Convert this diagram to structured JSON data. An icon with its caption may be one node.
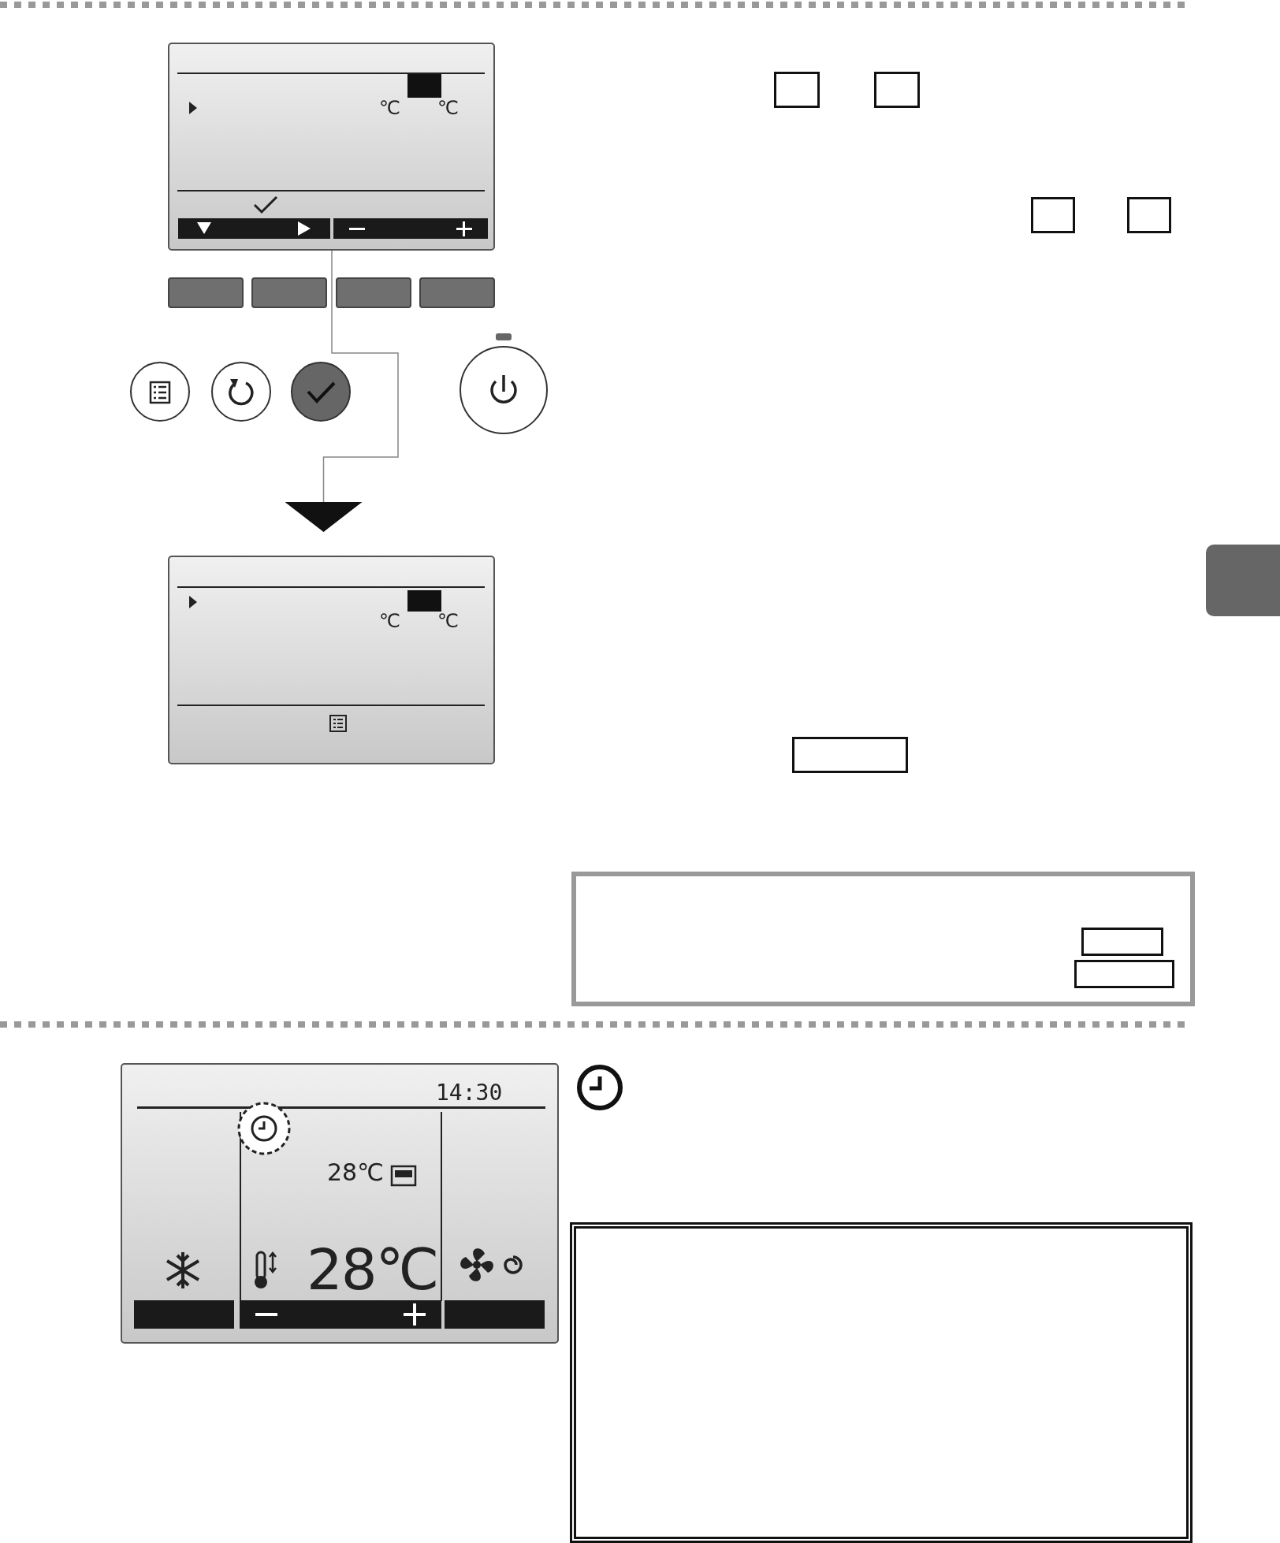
{
  "diagram": {
    "nodes": [
      {
        "text": [
          "℃",
          "℃"
        ]
      },
      {
        "text": [
          "℃",
          "℃"
        ]
      },
      {
        "text": [
          "14:30",
          "28℃",
          "28℃"
        ]
      },
      {
        "text": [],
        "shape": "box"
      },
      {
        "text": [],
        "shape": "bar",
        "in": 2
      },
      {
        "text": [],
        "shape": "bar",
        "in": 2
      },
      {
        "text": [],
        "shape": "bar",
        "in": 2
      }
    ],
    "edges": [
      {
        "from": 0,
        "to": 1,
        "arrow": "to"
      }
    ]
  }
}
